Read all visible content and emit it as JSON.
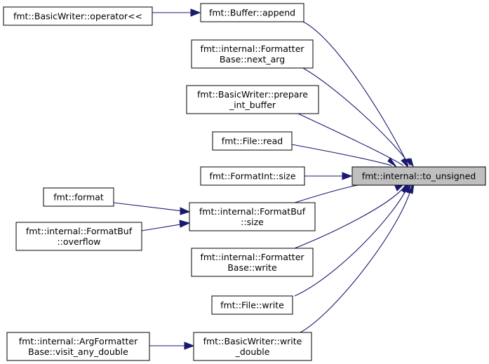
{
  "graph": {
    "nodes": [
      {
        "id": "to_unsigned",
        "lines": [
          "fmt::internal::to_unsigned"
        ],
        "highlight": true
      },
      {
        "id": "buffer_append",
        "lines": [
          "fmt::Buffer::append"
        ]
      },
      {
        "id": "basicwriter_op",
        "lines": [
          "fmt::BasicWriter::operator<<"
        ]
      },
      {
        "id": "next_arg",
        "lines": [
          "fmt::internal::Formatter",
          "Base::next_arg"
        ]
      },
      {
        "id": "prepare_int",
        "lines": [
          "fmt::BasicWriter::prepare",
          "_int_buffer"
        ]
      },
      {
        "id": "file_read",
        "lines": [
          "fmt::File::read"
        ]
      },
      {
        "id": "formatint_size",
        "lines": [
          "fmt::FormatInt::size"
        ]
      },
      {
        "id": "fmt_format",
        "lines": [
          "fmt::format"
        ]
      },
      {
        "id": "formatbuf_size",
        "lines": [
          "fmt::internal::FormatBuf",
          "::size"
        ]
      },
      {
        "id": "formatbuf_overflow",
        "lines": [
          "fmt::internal::FormatBuf",
          "::overflow"
        ]
      },
      {
        "id": "formatter_write",
        "lines": [
          "fmt::internal::Formatter",
          "Base::write"
        ]
      },
      {
        "id": "file_write",
        "lines": [
          "fmt::File::write"
        ]
      },
      {
        "id": "write_double",
        "lines": [
          "fmt::BasicWriter::write",
          "_double"
        ]
      },
      {
        "id": "visit_any_double",
        "lines": [
          "fmt::internal::ArgFormatter",
          "Base::visit_any_double"
        ]
      }
    ],
    "edges": [
      {
        "from": "buffer_append",
        "to": "to_unsigned"
      },
      {
        "from": "basicwriter_op",
        "to": "buffer_append"
      },
      {
        "from": "next_arg",
        "to": "to_unsigned"
      },
      {
        "from": "prepare_int",
        "to": "to_unsigned"
      },
      {
        "from": "file_read",
        "to": "to_unsigned"
      },
      {
        "from": "formatint_size",
        "to": "to_unsigned"
      },
      {
        "from": "formatbuf_size",
        "to": "to_unsigned"
      },
      {
        "from": "fmt_format",
        "to": "formatbuf_size"
      },
      {
        "from": "formatbuf_overflow",
        "to": "formatbuf_size"
      },
      {
        "from": "formatter_write",
        "to": "to_unsigned"
      },
      {
        "from": "file_write",
        "to": "to_unsigned"
      },
      {
        "from": "write_double",
        "to": "to_unsigned"
      },
      {
        "from": "visit_any_double",
        "to": "write_double"
      }
    ]
  }
}
